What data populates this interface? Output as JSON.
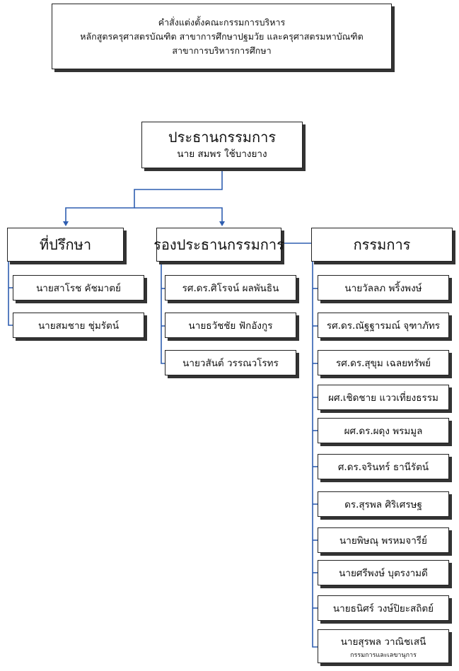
{
  "header": {
    "lines": [
      "คำสั่งแต่งตั้งคณะกรรมการบริหาร",
      "หลักสูตรครุศาสตรบัณฑิต สาขาการศึกษาปฐมวัย และครุศาสตรมหาบัณฑิต",
      "สาขาการบริหารการศึกษา"
    ]
  },
  "chair": {
    "title": "ประธานกรรมการ",
    "name": "นาย สมพร ใช้บางยาง"
  },
  "advisors": {
    "title": "ที่ปรึกษา",
    "members": [
      "นายสาโรช คัชมาตย์",
      "นายสมชาย ชุ่มรัตน์"
    ]
  },
  "vice_chairs": {
    "title": "รองประธานกรรมการ",
    "members": [
      "รศ.ดร.ศิโรจน์ ผลพันธิน",
      "นายธวัชชัย ฟักอังกูร",
      "นายวสันต์ วรรณวโรทร"
    ]
  },
  "committee": {
    "title": "กรรมการ",
    "members": [
      "นายวัลลภ พริ้งพงษ์",
      "รศ.ดร.ณัฐฐารมณ์ จุฑาภัทร",
      "รศ.ดร.สุขุม เฉลยทรัพย์",
      "ผศ.เชิดชาย แววเที่ยงธรรม",
      "ผศ.ดร.ผดุง พรมมูล",
      "ศ.ดร.จรินทร์ ธานีรัตน์",
      "ดร.สุรพล ศิริเศรษฐ",
      "นายพิษณุ พรหมจารีย์",
      "นายศรีพงษ์ บุตรงามดี",
      "นายธนิศร์ วงษ์ปิยะสถิตย์",
      "นายสุรพล วาณิชเสนี"
    ],
    "secretary_note": "กรรมการและเลขานุการ"
  },
  "colors": {
    "connector": "#2f5eb0",
    "border": "#222222",
    "shadow": "#333333"
  }
}
